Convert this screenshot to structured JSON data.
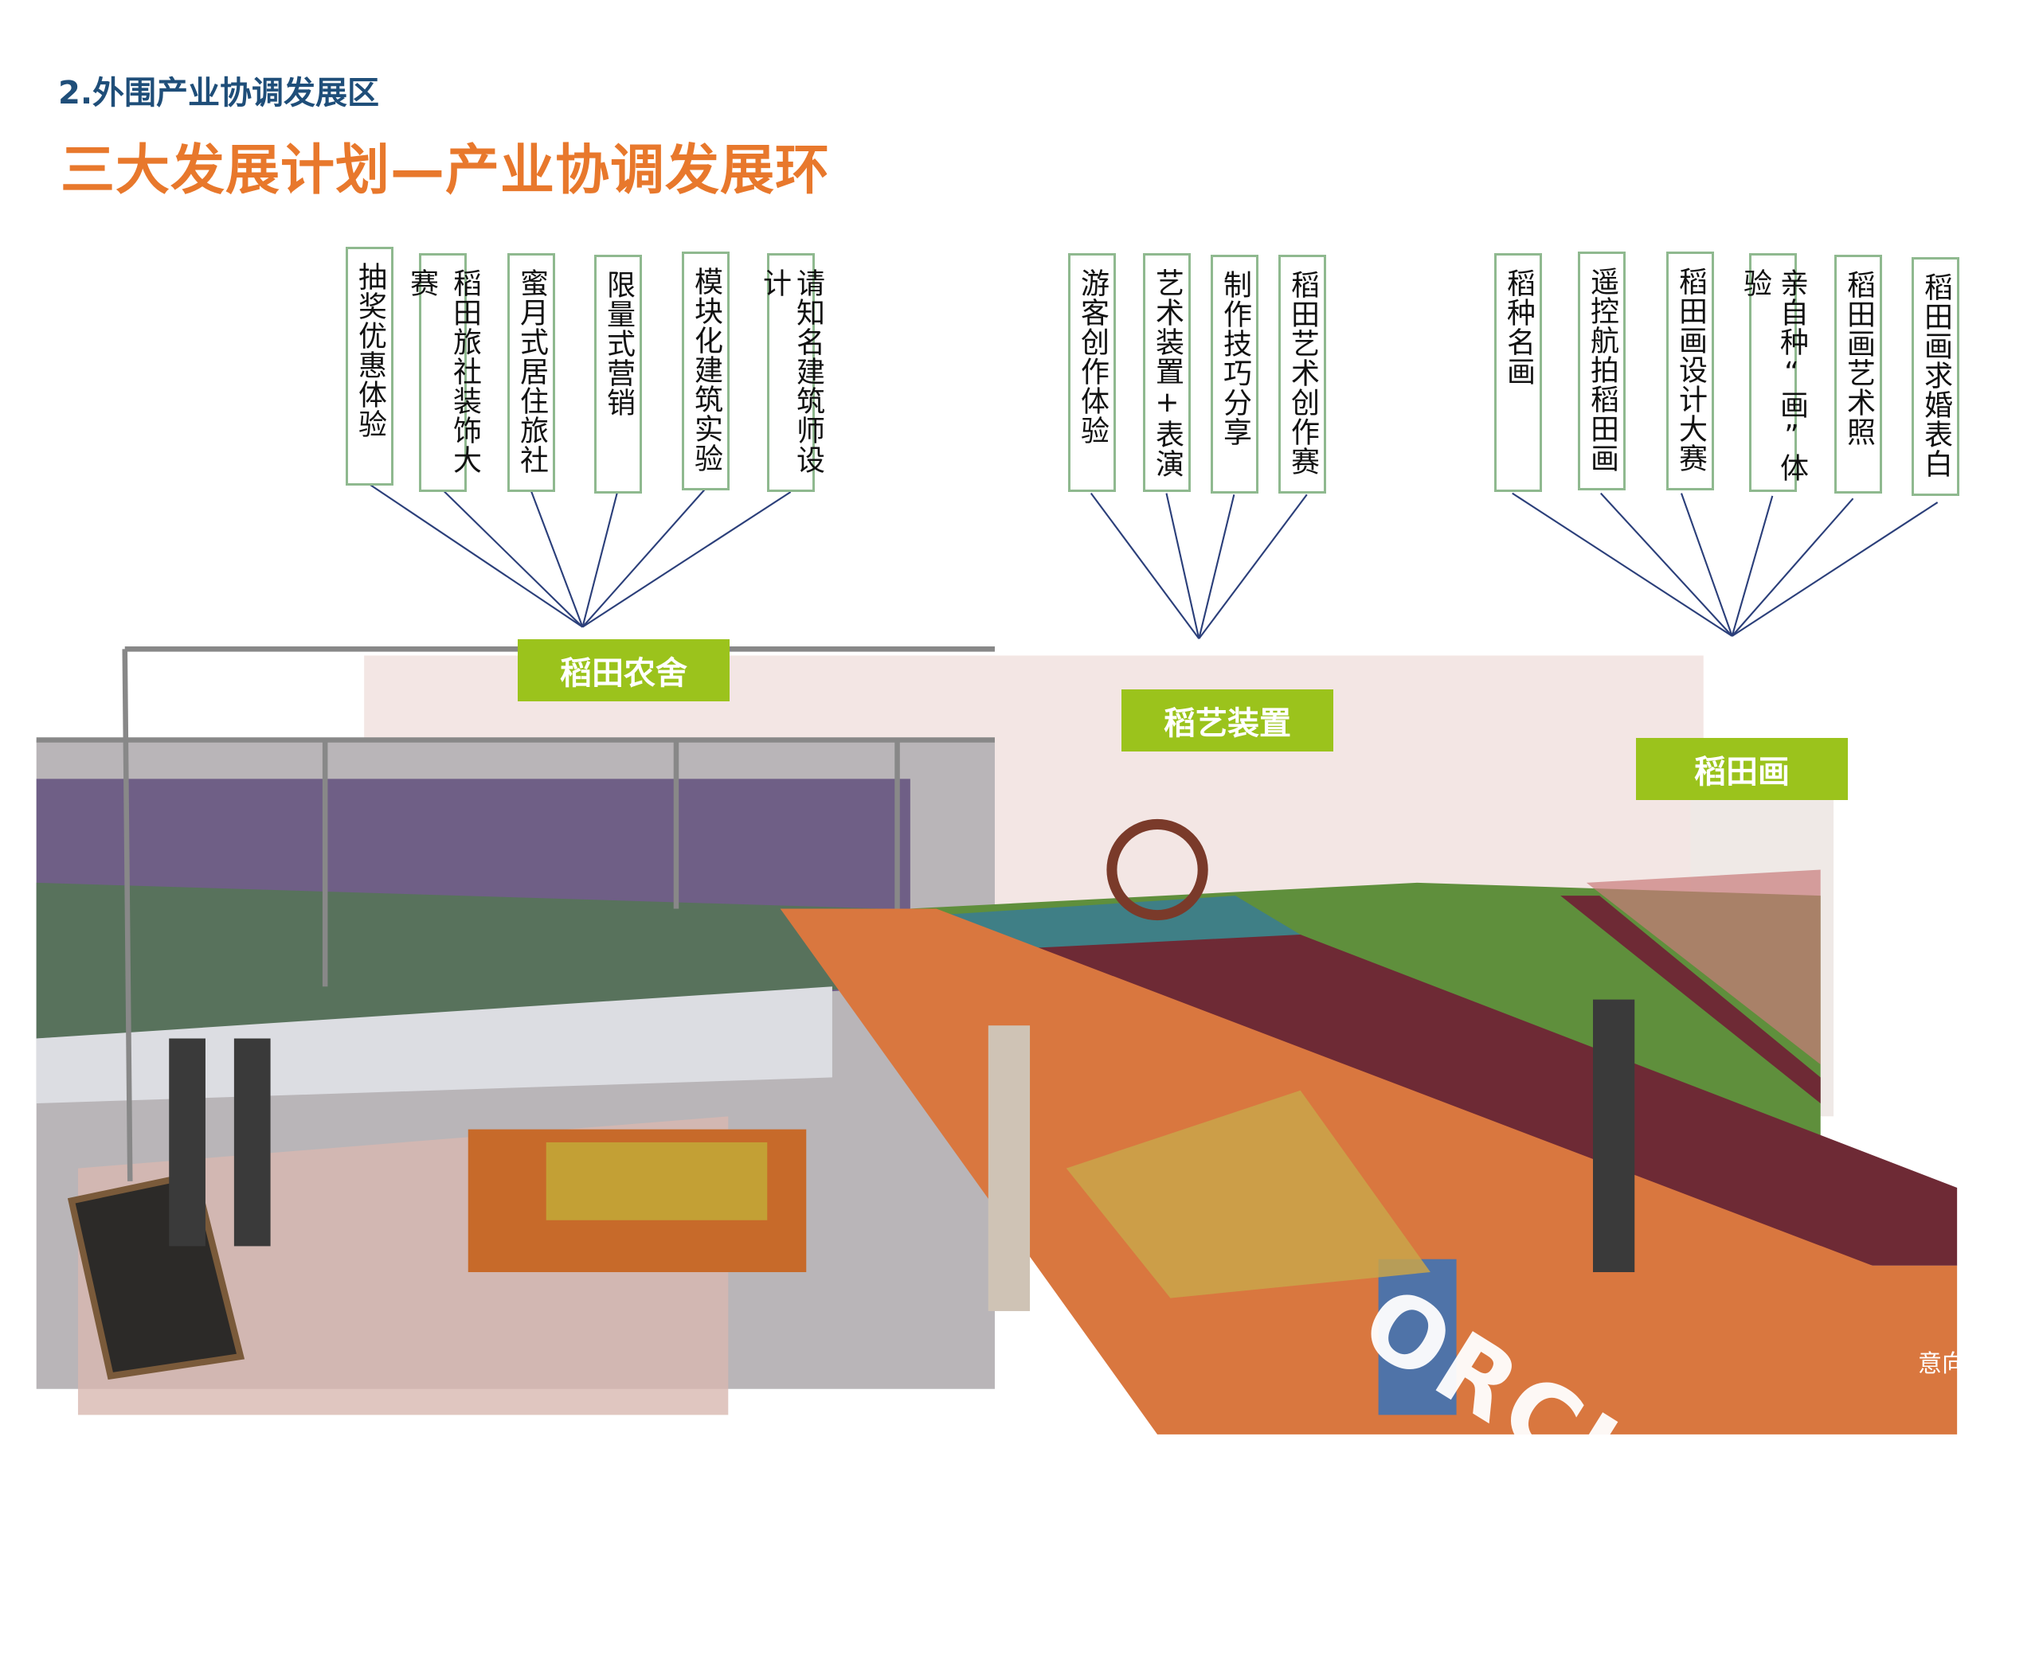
{
  "header": {
    "subtitle": "2.外围产业协调发展区",
    "title": "三大发展计划—产业协调发展环"
  },
  "groups": [
    {
      "label": "稻田农舍",
      "items": [
        "抽奖优惠体验",
        "稻田旅社装饰大赛",
        "蜜月式居住旅社",
        "限量式营销",
        "模块化建筑实验",
        "请知名建筑师设计"
      ]
    },
    {
      "label": "稻艺装置",
      "items": [
        "游客创作体验",
        "艺术装置+表演",
        "制作技巧分享",
        "稻田艺术创作赛"
      ]
    },
    {
      "label": "稻田画",
      "items": [
        "稻种名画",
        "遥控航拍稻田画",
        "稻田画设计大赛",
        "亲自种“画”体验",
        "稻田画艺术照",
        "稻田画求婚表白"
      ]
    }
  ],
  "scene": {
    "path_text": "ORCHARD",
    "caption": "意向图"
  },
  "colors": {
    "accent_orange": "#e8782c",
    "title_blue": "#1f4e79",
    "tag_green": "#9bc31c",
    "box_border": "#8fb98f",
    "line": "#2b3f7a"
  }
}
